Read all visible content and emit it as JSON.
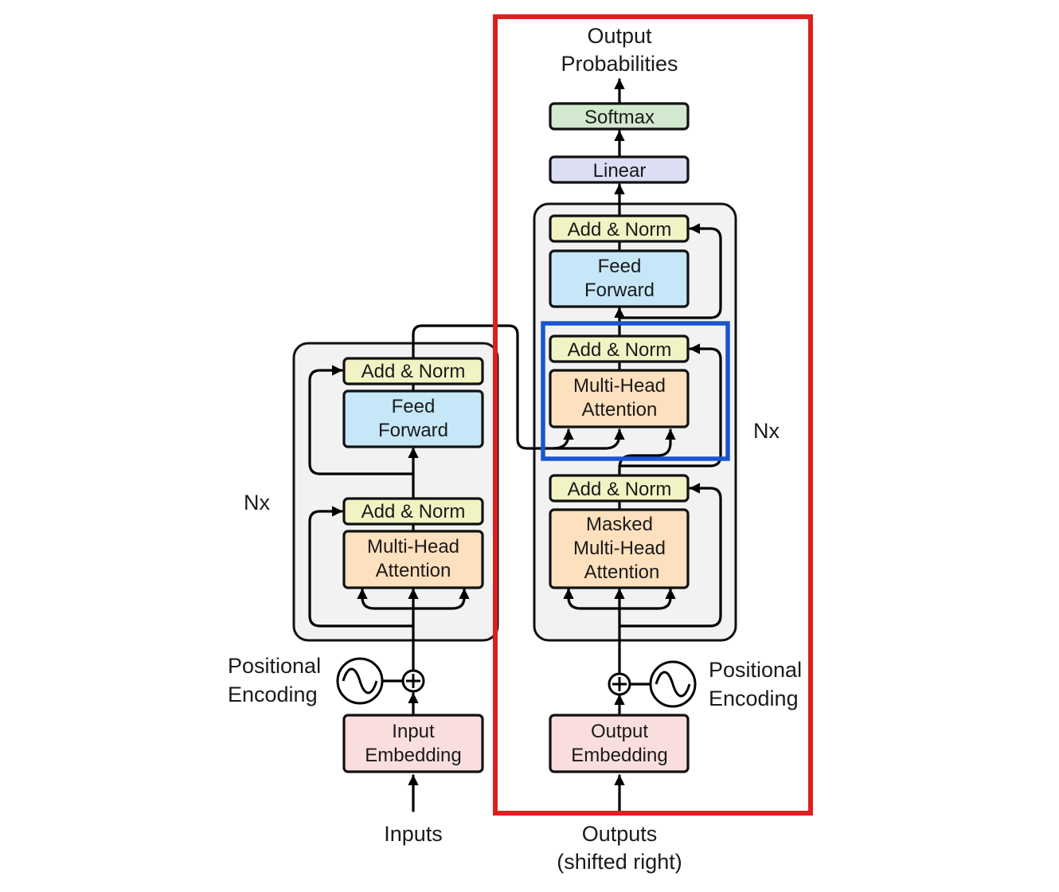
{
  "colors": {
    "add_norm": "#f2f3c4",
    "feed_forward": "#c6e7f7",
    "attention": "#fde0bd",
    "embedding": "#fadede",
    "linear": "#dcdef3",
    "softmax": "#d2e8cf",
    "stack_background": "#f2f2f2",
    "decoder_highlight": "#dd1f1f",
    "cross_attention_highlight": "#1a55d0"
  },
  "encoder": {
    "repeat_label": "Nx",
    "add_norm_top": "Add & Norm",
    "feed_forward": [
      "Feed",
      "Forward"
    ],
    "add_norm_bottom": "Add & Norm",
    "attention": [
      "Multi-Head",
      "Attention"
    ],
    "positional_encoding": [
      "Positional",
      "Encoding"
    ],
    "embedding": [
      "Input",
      "Embedding"
    ],
    "input_label": "Inputs"
  },
  "decoder": {
    "repeat_label": "Nx",
    "output_label": [
      "Output",
      "Probabilities"
    ],
    "softmax": "Softmax",
    "linear": "Linear",
    "add_norm_top": "Add & Norm",
    "feed_forward": [
      "Feed",
      "Forward"
    ],
    "add_norm_middle": "Add & Norm",
    "cross_attention": [
      "Multi-Head",
      "Attention"
    ],
    "add_norm_bottom": "Add & Norm",
    "masked_attention": [
      "Masked",
      "Multi-Head",
      "Attention"
    ],
    "positional_encoding": [
      "Positional",
      "Encoding"
    ],
    "embedding": [
      "Output",
      "Embedding"
    ],
    "input_label": [
      "Outputs",
      "(shifted right)"
    ]
  }
}
